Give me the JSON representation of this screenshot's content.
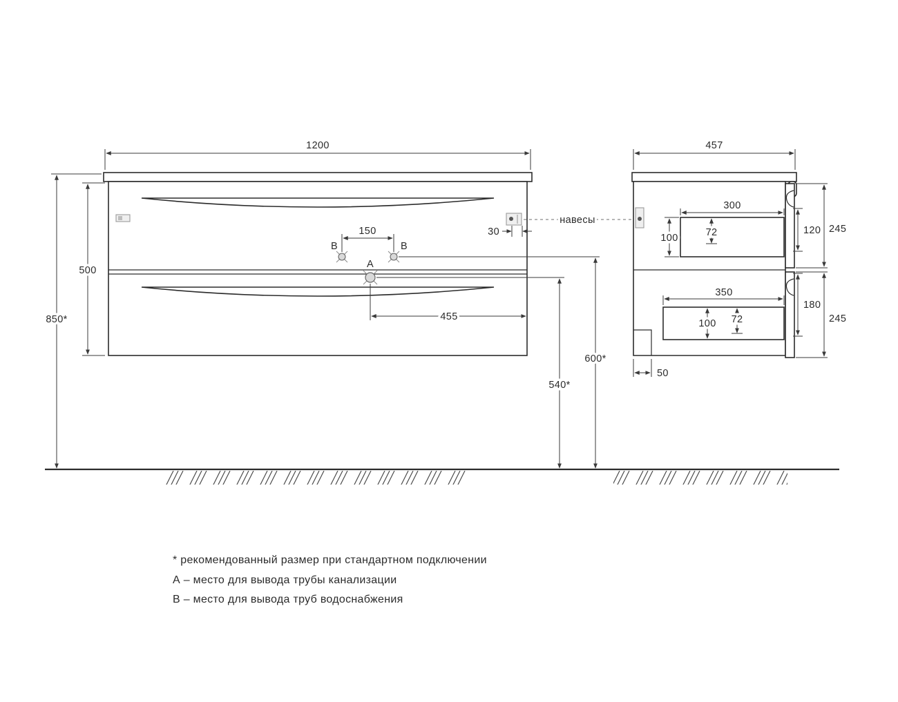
{
  "front_view": {
    "width": "1200",
    "height": "500",
    "mount_height": "850*",
    "supply_spacing": "150",
    "hanger_offset": "30",
    "drain_offset": "455",
    "drain_height": "540*",
    "supply_height": "600*",
    "point_a": "A",
    "point_b_left": "B",
    "point_b_right": "B",
    "hangers": "навесы"
  },
  "side_view": {
    "depth": "457",
    "top_drawer_width": "300",
    "top_drawer_depth": "100",
    "top_drawer_side": "72",
    "top_gap": "120",
    "top_front_height": "245",
    "bottom_drawer_width": "350",
    "bottom_drawer_depth": "100",
    "bottom_drawer_side": "72",
    "bottom_gap": "180",
    "bottom_front_height": "245",
    "back_clearance": "50"
  },
  "legend": {
    "note_asterisk": "* рекомендованный размер при стандартном подключении",
    "note_a": "А – место для вывода трубы канализации",
    "note_b": "В – место для вывода труб водоснабжения"
  },
  "colors": {
    "line": "#2b2b2b",
    "dimension": "#3a3a3a",
    "muted": "#8a8a8a"
  }
}
